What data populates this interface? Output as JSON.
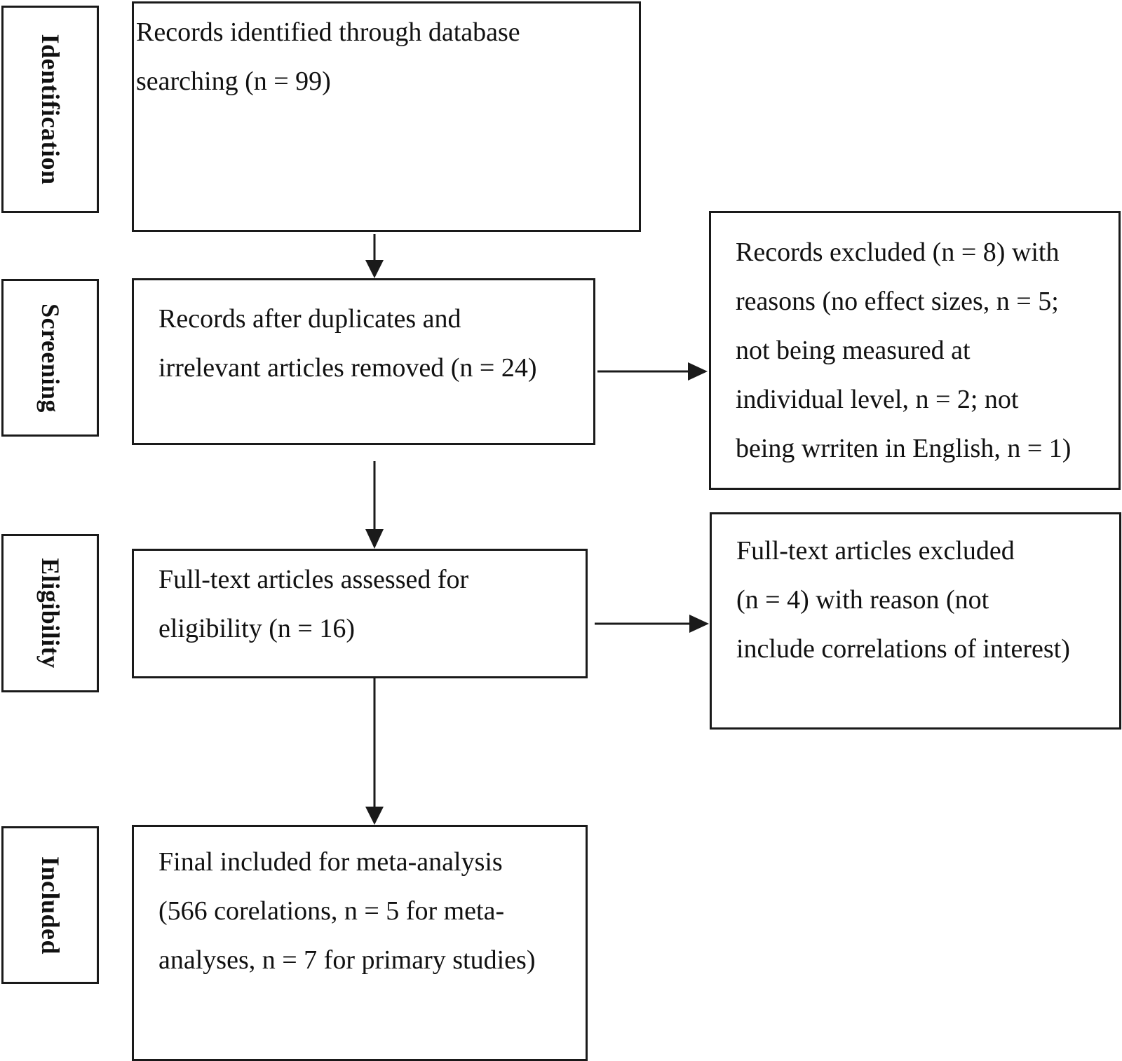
{
  "stages": {
    "identification": "Identification",
    "screening": "Screening",
    "eligibility": "Eligibility",
    "included": "Included"
  },
  "boxes": {
    "identified": {
      "lines": [
        "Records identified through database",
        "searching (n = 99)"
      ]
    },
    "screened": {
      "lines": [
        "Records after duplicates and",
        "irrelevant articles removed (n = 24)"
      ]
    },
    "excluded_records": {
      "lines": [
        "Records excluded (n = 8) with",
        "reasons (no effect sizes, n = 5;",
        "not being measured at",
        "individual level, n = 2; not",
        "being wrriten in English, n = 1)"
      ]
    },
    "eligibility": {
      "lines": [
        "Full-text articles assessed for",
        "eligibility (n = 16)"
      ]
    },
    "excluded_fulltext": {
      "lines": [
        "Full-text articles excluded",
        "(n = 4) with reason (not",
        "include correlations of interest)"
      ]
    },
    "included": {
      "lines": [
        "Final included for meta-analysis",
        "(566 corelations, n = 5 for meta-",
        "analyses, n = 7 for primary studies)"
      ]
    }
  }
}
